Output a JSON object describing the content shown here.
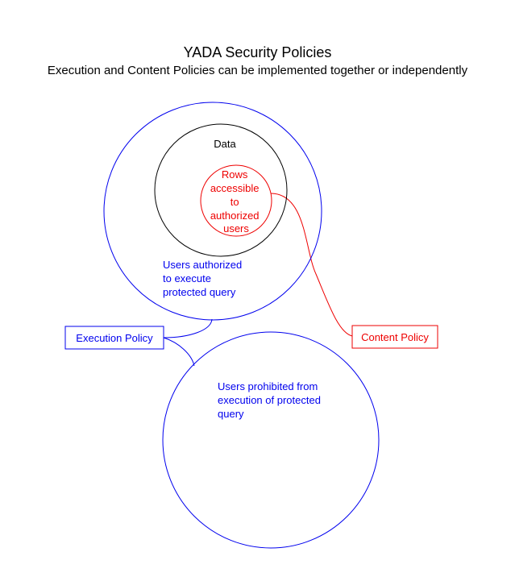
{
  "title": "YADA Security Policies",
  "subtitle": "Execution and Content Policies can be implemented together or independently",
  "colors": {
    "execution": "#0000ee",
    "content": "#ee0000",
    "data": "#000000"
  },
  "nodes": {
    "authorized_users": {
      "lines": [
        "Users authorized",
        "to execute",
        "protected query"
      ]
    },
    "data": {
      "label": "Data"
    },
    "rows": {
      "lines": [
        "Rows",
        "accessible",
        "to",
        "authorized",
        "users"
      ]
    },
    "prohibited_users": {
      "lines": [
        "Users prohibited from",
        "execution of protected",
        "query"
      ]
    },
    "execution_policy": {
      "label": "Execution Policy"
    },
    "content_policy": {
      "label": "Content Policy"
    }
  },
  "edges": [
    {
      "from": "execution_policy",
      "to": "authorized_users"
    },
    {
      "from": "execution_policy",
      "to": "prohibited_users"
    },
    {
      "from": "content_policy",
      "to": "rows"
    }
  ]
}
